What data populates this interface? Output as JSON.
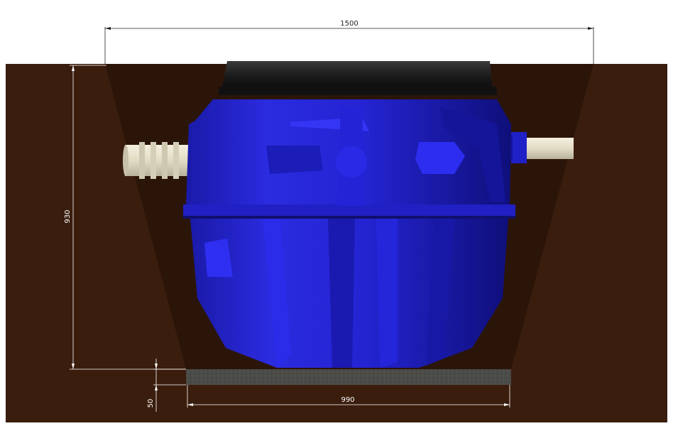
{
  "dimensions": {
    "top_width": "1500",
    "height": "930",
    "bottom_width": "990",
    "base_thickness": "50"
  },
  "colors": {
    "soil": "#3a1d0d",
    "trench": "#2a1408",
    "tank_blue": "#2222d6",
    "tank_dark": "#14148f",
    "lid": "#1a1a1a",
    "pipe": "#e9e3cf",
    "concrete": "#4a4a47",
    "dimension_line": "#ffffff"
  }
}
